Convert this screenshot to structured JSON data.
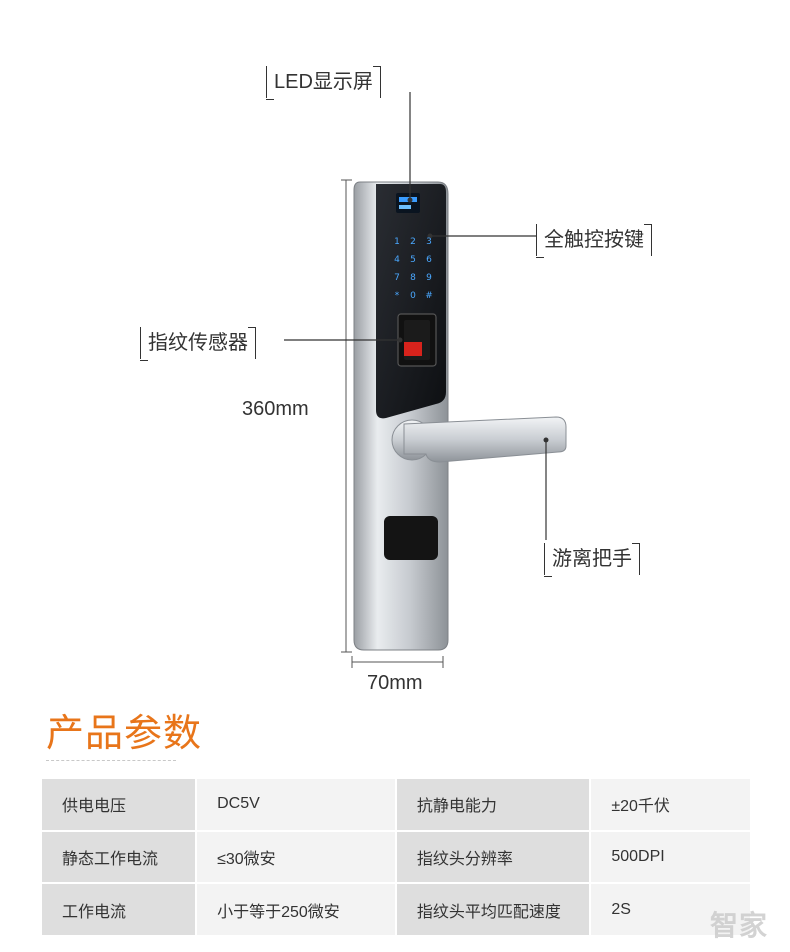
{
  "callouts": {
    "led": "LED显示屏",
    "touch": "全触控按键",
    "fingerprint": "指纹传感器",
    "handle": "游离把手"
  },
  "dimensions": {
    "height": "360mm",
    "width": "70mm"
  },
  "keypad": [
    "1",
    "2",
    "3",
    "4",
    "5",
    "6",
    "7",
    "8",
    "9",
    "*",
    "0",
    "#"
  ],
  "section_title": "产品参数",
  "specs": [
    {
      "k1": "供电电压",
      "v1": "DC5V",
      "k2": "抗静电能力",
      "v2": "±20千伏"
    },
    {
      "k1": "静态工作电流",
      "v1": "≤30微安",
      "k2": "指纹头分辨率",
      "v2": "500DPI"
    },
    {
      "k1": "工作电流",
      "v1": "小于等于250微安",
      "k2": "指纹头平均匹配速度",
      "v2": "2S"
    }
  ],
  "watermark": "智家"
}
